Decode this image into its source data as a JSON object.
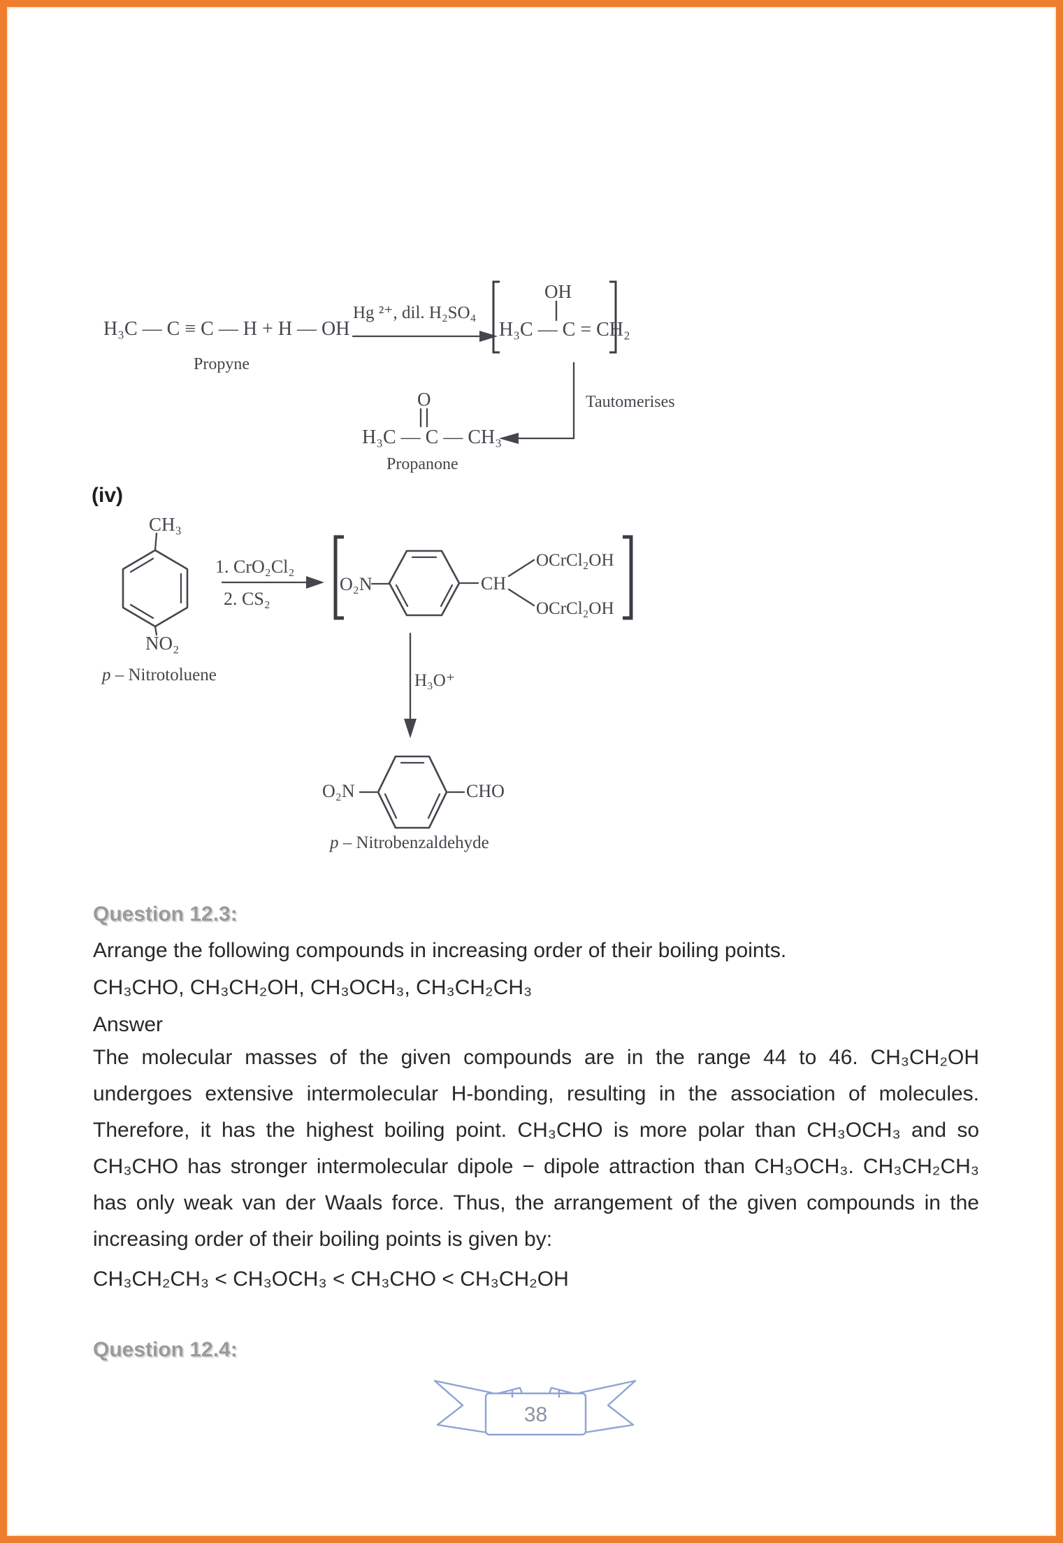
{
  "page": {
    "border_color": "#ee7e2e",
    "inner_border_color": "#fbeacb",
    "heading_color": "#9a9a9a",
    "text_color": "#28282c",
    "structure_color": "#45454d",
    "ribbon_color": "#8ea4d2",
    "page_number": "38"
  },
  "reaction_hydration": {
    "reactant_formula": "H₃C — C ≡ C — H + H — OH",
    "reactant_label": "Propyne",
    "arrow_conditions": "Hg ²⁺, dil. H₂SO₄",
    "enol_oh": "OH",
    "enol_chain": "H₃C — C = CH₂",
    "tautomerises_label": "Tautomerises",
    "ketone_o": "O",
    "ketone_chain": "H₃C — C — CH₃",
    "ketone_label": "Propanone"
  },
  "reaction_iv": {
    "heading": "(iv)",
    "methyl": "CH₃",
    "nitro": "NO₂",
    "reactant_label_prefix": "p",
    "reactant_label_rest": " – Nitrotoluene",
    "condition_1": "1. CrO₂Cl₂",
    "condition_2": "2. CS₂",
    "nitro_left": "O₂N",
    "ch_group": "CH",
    "ester_top": "OCrCl₂OH",
    "ester_bottom": "OCrCl₂OH",
    "hydrolysis": "H₃O⁺",
    "product_nitro": "O₂N",
    "product_cho": "CHO",
    "product_label_prefix": "p",
    "product_label_rest": " – Nitrobenzaldehyde"
  },
  "question_12_3": {
    "heading": "Question 12.3:",
    "prompt": "Arrange the following compounds in increasing order of their boiling points.",
    "compound_list": "CH₃CHO, CH₃CH₂OH, CH₃OCH₃, CH₃CH₂CH₃",
    "answer_label": "Answer",
    "answer_text": "The molecular masses of the given compounds are in the range 44 to 46. CH₃CH₂OH undergoes extensive intermolecular H-bonding, resulting in the association of molecules. Therefore, it has the highest boiling point. CH₃CHO is more polar than CH₃OCH₃ and so CH₃CHO has stronger intermolecular dipole − dipole attraction than CH₃OCH₃. CH₃CH₂CH₃ has only weak van der Waals force. Thus, the arrangement of the given compounds in the increasing order of their boiling points is given by:",
    "boiling_order": "CH₃CH₂CH₃ < CH₃OCH₃ < CH₃CHO < CH₃CH₂OH"
  },
  "question_12_4": {
    "heading": "Question 12.4:"
  }
}
